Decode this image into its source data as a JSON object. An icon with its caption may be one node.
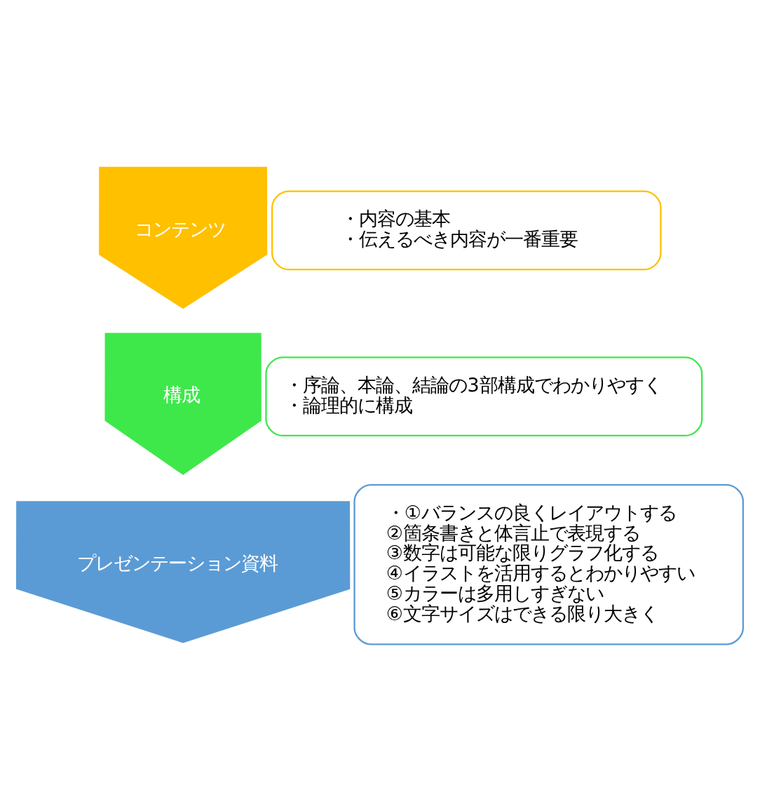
{
  "diagram": {
    "nodes": [
      {
        "text": [
          "コンテンツ"
        ]
      },
      {
        "text": [
          "・内容の基本",
          "・伝えるべき内容が一番重要"
        ]
      },
      {
        "text": [
          "構成"
        ]
      },
      {
        "text": [
          "・序論、本論、結論の3部構成でわかりやすく",
          "・論理的に構成"
        ]
      },
      {
        "text": [
          "プレゼンテーション資料"
        ]
      },
      {
        "text": [
          "・①バランスの良くレイアウトする",
          "②箇条書きと体言止で表現する",
          "③数字は可能な限りグラフ化する",
          "④イラストを活用するとわかりやすい",
          "⑤カラーは多用しすぎない",
          "⑥文字サイズはできる限り大きく"
        ]
      }
    ]
  }
}
